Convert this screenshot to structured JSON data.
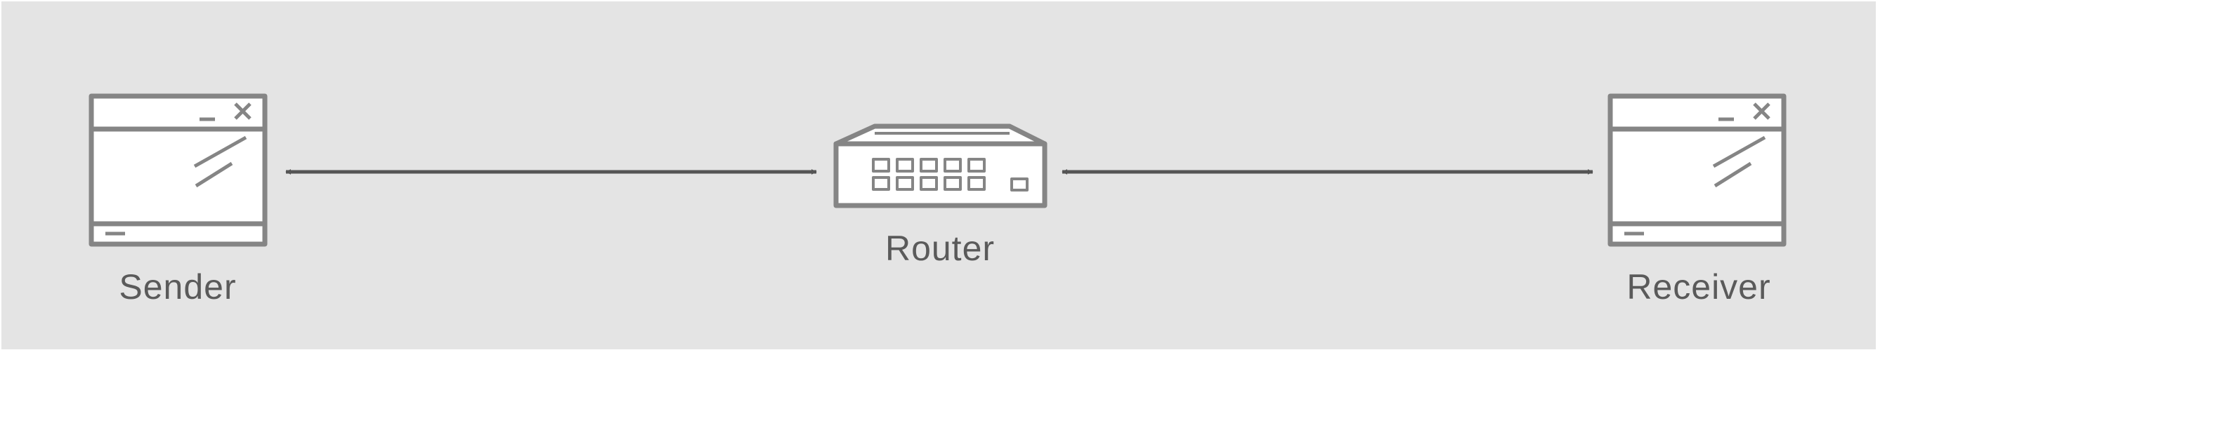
{
  "diagram": {
    "nodes": [
      {
        "id": "sender",
        "label": "Sender",
        "icon": "application-window-icon"
      },
      {
        "id": "router",
        "label": "Router",
        "icon": "router-icon"
      },
      {
        "id": "receiver",
        "label": "Receiver",
        "icon": "application-window-icon"
      }
    ],
    "edges": [
      {
        "from": "sender",
        "to": "router",
        "direction": "bidirectional"
      },
      {
        "from": "router",
        "to": "receiver",
        "direction": "bidirectional"
      }
    ],
    "colors": {
      "background": "#e4e4e4",
      "icon_stroke": "#858585",
      "arrow": "#555555",
      "label": "#5a5a5a"
    }
  }
}
